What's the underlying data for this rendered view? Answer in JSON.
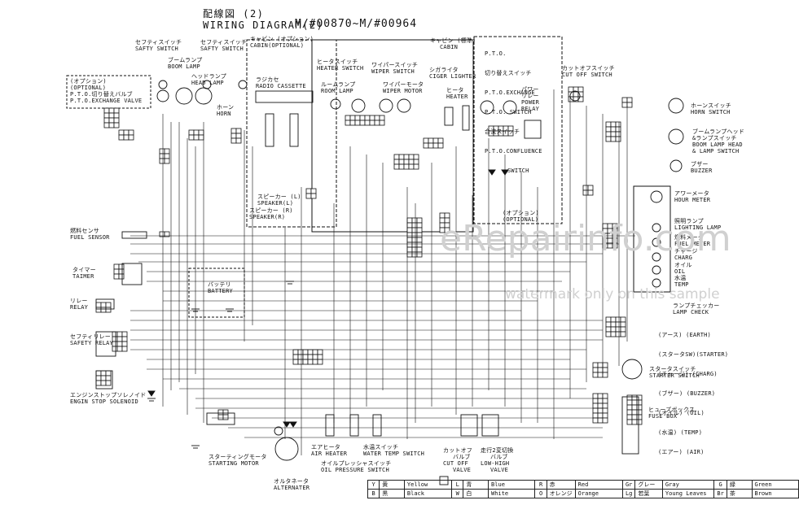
{
  "header": {
    "title_jp": "配線図 (2)",
    "title_en": "WIRING DIAGRAM(2)",
    "model_range": "M/#00870~M/#00964"
  },
  "components": {
    "safety_switch_1": [
      "セフティスイッチ",
      "SAFTY SWITCH"
    ],
    "safety_switch_2": [
      "セフティスイッチ",
      "SAFTY SWITCH"
    ],
    "boom_lamp": [
      "ブームランプ",
      "BOOM LAMP"
    ],
    "head_lamp": [
      "ヘッドランプ",
      "HEAD LAMP"
    ],
    "horn": [
      "ホーン",
      "HORN"
    ],
    "pto_exchange_valve": [
      "(オプション)",
      "(OPTIONAL)",
      "P.T.O.切り替えバルブ",
      "P.T.O.EXCHANGE VALVE"
    ],
    "cabin_optional": [
      "キャビン (オプション)",
      "CABIN(OPTIONAL)"
    ],
    "radio_cassette": [
      "ラジカセ",
      "RADIO CASSETTE"
    ],
    "speaker_l": [
      "スピーカー (L)",
      "SPEAKER(L)"
    ],
    "speaker_r": [
      "スピーカー (R)",
      "SPEAKER(R)"
    ],
    "cabin_std": [
      "キャビン (標準)",
      "CABIN"
    ],
    "heater_switch": [
      "ヒータスイッチ",
      "HEATER SWITCH"
    ],
    "wiper_switch": [
      "ワイパースイッチ",
      "WIPER SWITCH"
    ],
    "room_lamp": [
      "ルームランプ",
      "ROOM LAMP"
    ],
    "cigar_lighter": [
      "シガライタ",
      "CIGER LIGHTER"
    ],
    "wiper_motor": [
      "ワイパーモータ",
      "WIPER MOTOR"
    ],
    "heater": [
      "ヒータ",
      "HEATER"
    ],
    "pto_block": [
      "P.T.O.",
      "切り替えスイッチ",
      "P.T.O.EXCHANGE",
      "P.T.O. SWITCH",
      "合流スイッチ",
      "P.T.O.CONFLUENCE",
      "SWITCH",
      "パワー",
      "リレー",
      "POWER",
      "RELAY",
      "(オプション)",
      "(OPTIONAL)"
    ],
    "cut_off_switch": [
      "カットオフスイッチ",
      "CUT OFF SWITCH"
    ],
    "horn_switch": [
      "ホーンスイッチ",
      "HORN SWITCH"
    ],
    "boom_head_switch": [
      "ブームランプヘッド",
      "&ランプスイッチ",
      "BOOM LAMP HEAD",
      "& LAMP SWITCH"
    ],
    "buzzer": [
      "ブザー",
      "BUZZER"
    ],
    "hour_meter": [
      "アワーメータ",
      "HOUR METER"
    ],
    "lighting_lamp": [
      "照明ランプ",
      "LIGHTING LAMP"
    ],
    "fuel_meter": [
      "燃料メータ",
      "FUEL METER"
    ],
    "charge": [
      "チャージ",
      "CHARG"
    ],
    "oil": [
      "オイル",
      "OIL"
    ],
    "temp": [
      "水温",
      "TEMP"
    ],
    "lamp_check": [
      "ランプチェッカー",
      "LAMP CHECK"
    ],
    "lamp_check_items": [
      "(アース) (EARTH)",
      "(スタータSW)(STARTER)",
      "(チャージ) (CHARG)",
      "(ブザー) (BUZZER)",
      "(オイル) (OIL)",
      "(水温) (TEMP)",
      "(エアー) (AIR)"
    ],
    "starter_switch": [
      "スタータスイッチ",
      "STARTER SWITCH"
    ],
    "fuse_box": [
      "ヒューズボックス",
      "FUSE BOX"
    ],
    "fuel_sensor": [
      "燃料センサ",
      "FUEL SENSOR"
    ],
    "timer": [
      "タイマー",
      "TAIMER"
    ],
    "battery": [
      "バッテリ",
      "BATTERY"
    ],
    "relay": [
      "リレー",
      "RELAY"
    ],
    "safety_relay": [
      "セフティリレー",
      "SAFETY RELAY"
    ],
    "engine_stop": [
      "エンジンストップソレノイド",
      "ENGIN STOP SOLENOID"
    ],
    "starting_motor": [
      "スターティングモータ",
      "STARTING MOTOR"
    ],
    "alternator": [
      "オルタネータ",
      "ALTERNATER"
    ],
    "air_heater": [
      "エアヒータ",
      "AIR HEATER"
    ],
    "water_temp_switch": [
      "水温スイッチ",
      "WATER TEMP SWITCH"
    ],
    "oil_pressure_switch": [
      "オイルプレッシャスイッチ",
      "OIL PRESSURE SWITCH"
    ],
    "cut_off_valve": [
      "カットオフ",
      "バルブ",
      "CUT OFF",
      "VALVE"
    ],
    "low_high_valve": [
      "走行2変切換",
      "バルブ",
      "LOW-HIGH",
      "VALVE"
    ]
  },
  "legend": [
    [
      {
        "code": "Y",
        "jp": "黄",
        "en": "Yellow"
      },
      {
        "code": "L",
        "jp": "青",
        "en": "Blue"
      },
      {
        "code": "R",
        "jp": "赤",
        "en": "Red"
      },
      {
        "code": "Gr",
        "jp": "グレー",
        "en": "Gray"
      },
      {
        "code": "G",
        "jp": "緑",
        "en": "Green"
      }
    ],
    [
      {
        "code": "B",
        "jp": "黒",
        "en": "Black"
      },
      {
        "code": "W",
        "jp": "白",
        "en": "White"
      },
      {
        "code": "O",
        "jp": "オレンジ",
        "en": "Orange"
      },
      {
        "code": "Lg",
        "jp": "若葉",
        "en": "Young Leaves"
      },
      {
        "code": "Br",
        "jp": "茶",
        "en": "Brown"
      }
    ]
  ],
  "watermark": {
    "line1": "eRepairinfo.com",
    "line2": "watermark only on this sample"
  }
}
